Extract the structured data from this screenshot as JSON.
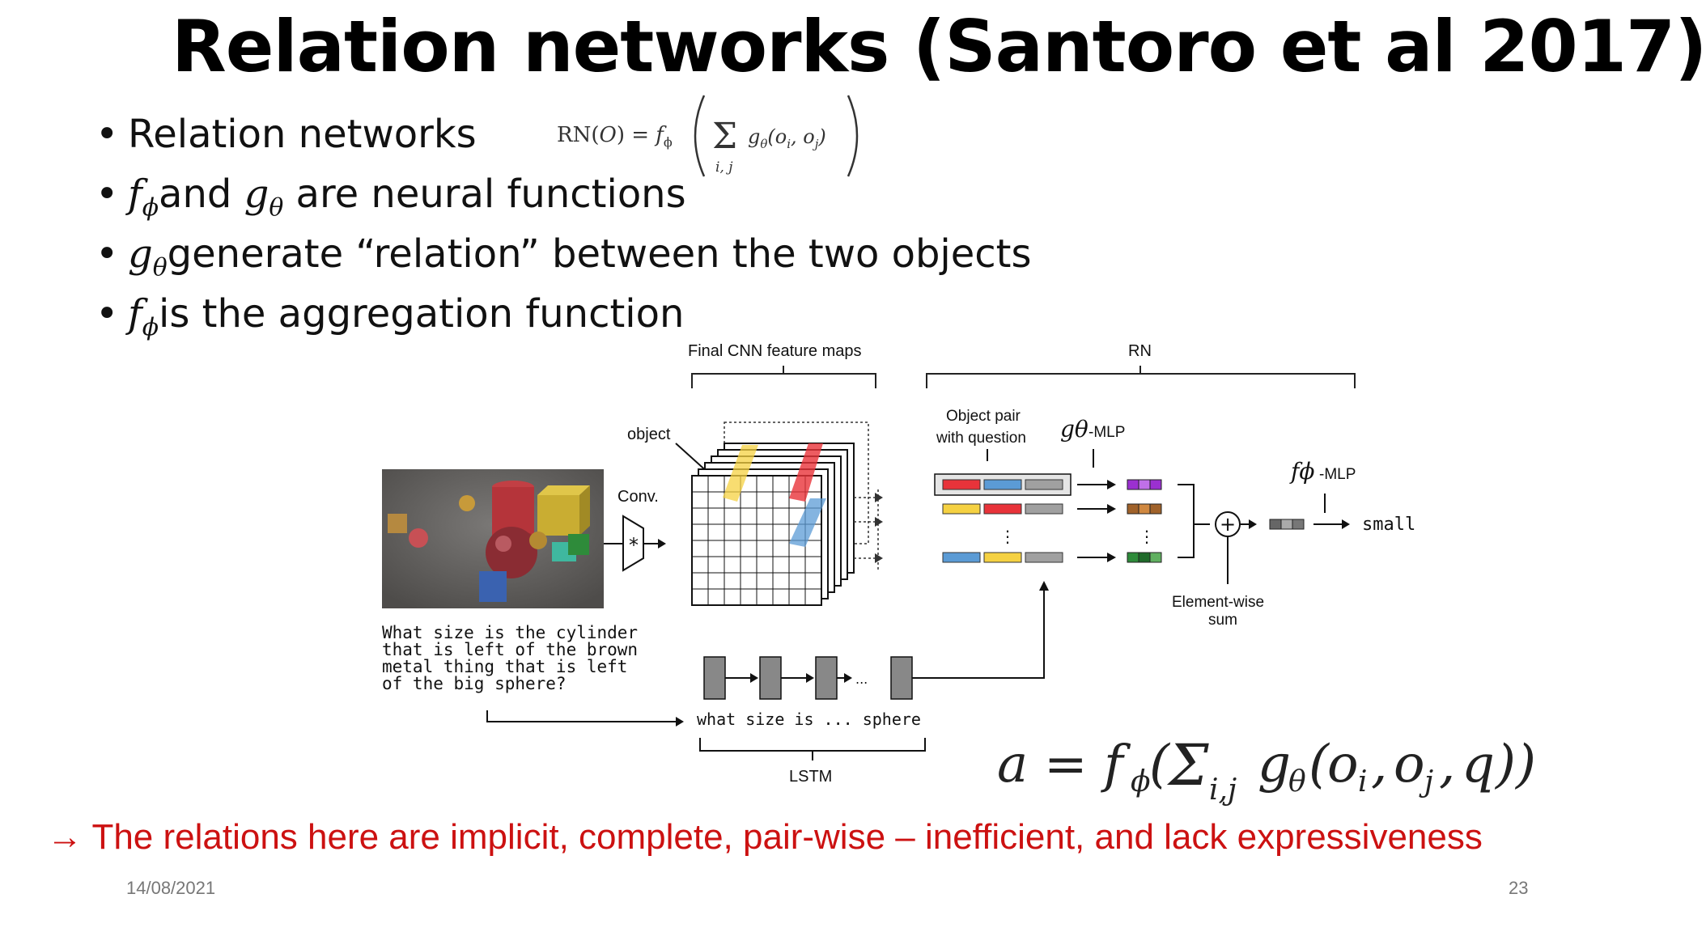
{
  "slide": {
    "title": "Relation networks (Santoro et al 2017)",
    "bullets": [
      {
        "pre": "",
        "math": "",
        "text": "Relation networks"
      },
      {
        "pre": "f",
        "sub": "ϕ",
        "text": "and ",
        "math2": "g",
        "sub2": "θ",
        "text2": " are neural functions"
      },
      {
        "math": "g",
        "sub": "θ",
        "text": "generate “relation” between the two objects"
      },
      {
        "math": "f",
        "sub": "ϕ",
        "text": "is the aggregation function"
      }
    ],
    "rn_formula": "RN(O) = f_ϕ ( Σ_{i,j} g_θ(o_i, o_j) )",
    "conclusion": "The relations here are implicit, complete, pair-wise – inefficient, and lack expressiveness",
    "arrow_glyph": "→",
    "date": "14/08/2021",
    "page_number": "23"
  },
  "diagram": {
    "labels": {
      "final_cnn": "Final CNN feature maps",
      "rn": "RN",
      "object": "object",
      "conv": "Conv.",
      "object_pair_line1": "Object pair",
      "object_pair_line2": "with question",
      "g_mlp": "-MLP",
      "f_mlp": "-MLP",
      "element_wise_line1": "Element-wise",
      "element_wise_line2": "sum",
      "output": "small",
      "lstm": "LSTM",
      "lstm_words": "what size  is ... sphere",
      "ellipsis": "...",
      "plus": "+",
      "conv_symbol": "*"
    },
    "question_lines": [
      "What size is the cylinder",
      "that is left of the brown",
      "metal thing that is left",
      "of the big sphere?"
    ],
    "colors": {
      "red": "#e8333a",
      "blue": "#5b9bd5",
      "yellow": "#f5d142",
      "gray": "#a0a0a0",
      "purple": "#9b30d0",
      "brown": "#a0622a",
      "green": "#2e8b3a"
    }
  },
  "big_formula": "a = fϕ(Σi,j gθ(oi, oj, q))"
}
